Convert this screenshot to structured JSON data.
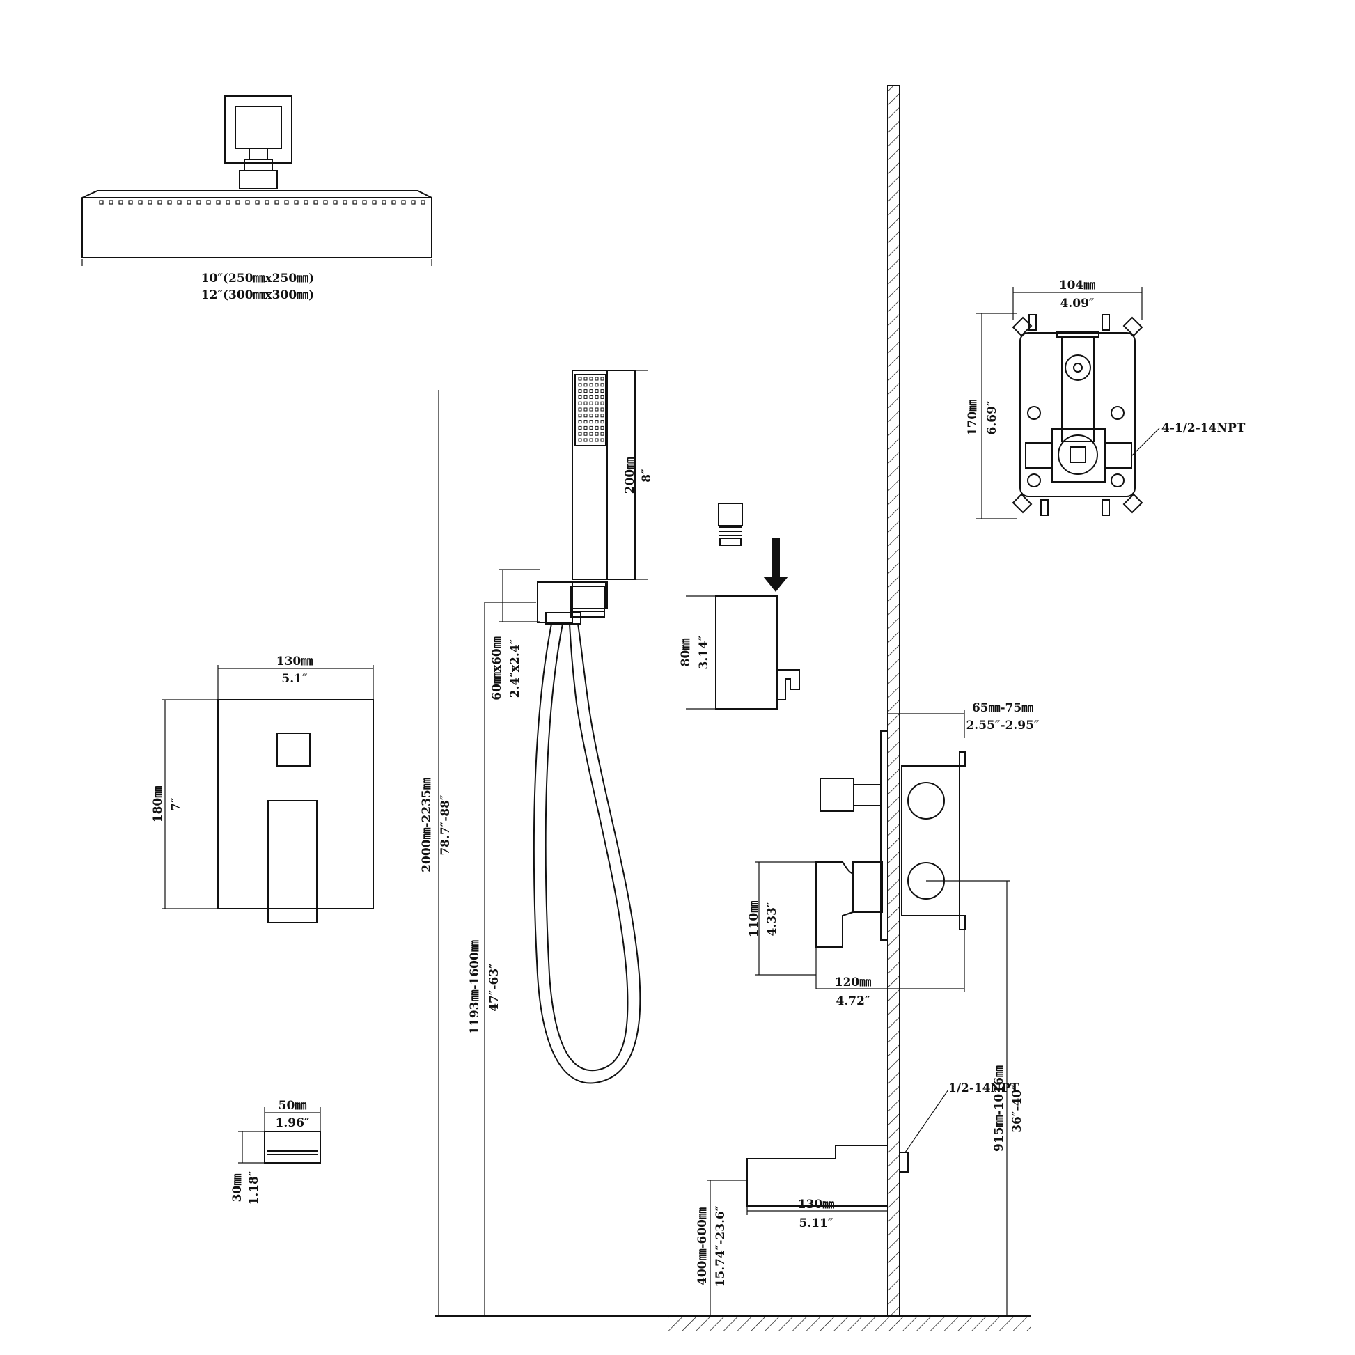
{
  "labels": {
    "head_size_10": "10″(250㎜x250㎜)",
    "head_size_12": "12″(300㎜x300㎜)",
    "box_w_mm": "104㎜",
    "box_w_in": "4.09″",
    "box_h_mm": "170㎜",
    "box_h_in": "6.69″",
    "box_npt": "4-1/2-14NPT",
    "hand_h_mm": "200㎜",
    "hand_h_in": "8″",
    "holder_mm": "60㎜x60㎜",
    "holder_in": "2.4″x2.4″",
    "bracket_mm": "80㎜",
    "bracket_in": "3.14″",
    "plate_w_mm": "130㎜",
    "plate_w_in": "5.1″",
    "plate_h_mm": "180㎜",
    "plate_h_in": "7″",
    "total_h_mm": "2000㎜-2235㎜",
    "total_h_in": "78.7″-88″",
    "hand_mount_mm": "1193㎜-1600㎜",
    "hand_mount_in": "47″-63″",
    "wall_depth_mm": "65㎜-75㎜",
    "wall_depth_in": "2.55″-2.95″",
    "handle_h_mm": "110㎜",
    "handle_h_in": "4.33″",
    "valve_d_mm": "120㎜",
    "valve_d_in": "4.72″",
    "spout_npt": "1/2-14NPT",
    "valve_height_mm": "915㎜-1016㎜",
    "valve_height_in": "36″-40″",
    "spout_face_w_mm": "50㎜",
    "spout_face_w_in": "1.96″",
    "spout_face_h_mm": "30㎜",
    "spout_face_h_in": "1.18″",
    "spout_len_mm": "130㎜",
    "spout_len_in": "5.11″",
    "spout_height_mm": "400㎜-600㎜",
    "spout_height_in": "15.74″-23.6″"
  },
  "colors": {
    "ink": "#111111",
    "background": "#ffffff"
  },
  "icons": {
    "arrow": "arrow-down-icon"
  }
}
